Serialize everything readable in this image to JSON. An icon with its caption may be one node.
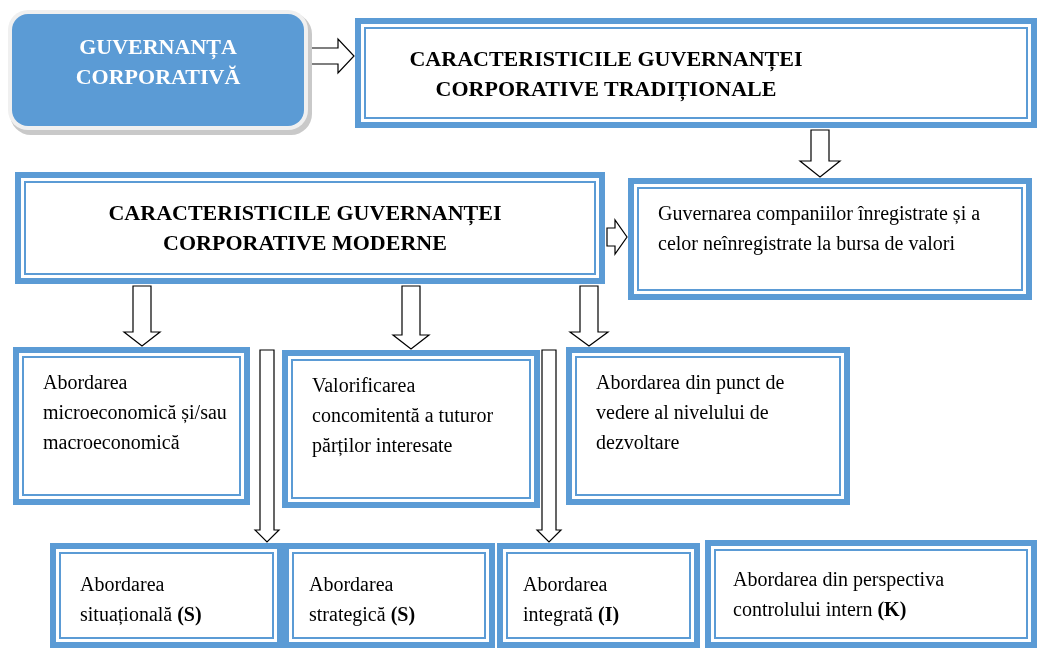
{
  "diagram": {
    "nodes": [
      {
        "text": [
          "GUVERNANȚA CORPORATIVĂ"
        ]
      },
      {
        "text": [
          "CARACTERISTICILE GUVERNANȚEI CORPORATIVE TRADIȚIONALE"
        ]
      },
      {
        "text": [
          "CARACTERISTICILE GUVERNANȚEI CORPORATIVE MODERNE"
        ]
      },
      {
        "text": [
          "Guvernarea companiilor înregistrate și a celor neînregistrate la bursa de valori"
        ]
      },
      {
        "text": [
          "Abordarea microeconomică și/sau macroeconomică"
        ]
      },
      {
        "text": [
          "Valorificarea concomitentă a tuturor părților interesate"
        ]
      },
      {
        "text": [
          "Abordarea din punct de vedere al nivelului de dezvoltare"
        ]
      },
      {
        "text": [
          "Abordarea situațională **(S)**"
        ]
      },
      {
        "text": [
          "Abordarea strategică **(S)**"
        ]
      },
      {
        "text": [
          "Abordarea integrată **(I)**"
        ]
      },
      {
        "text": [
          "Abordarea din perspectiva controlului intern **(K)**"
        ]
      }
    ],
    "edges": [
      {
        "from": 0,
        "to": 1,
        "arrow": "to"
      },
      {
        "from": 1,
        "to": 3,
        "arrow": "to"
      },
      {
        "from": 2,
        "to": 3,
        "arrow": "to"
      },
      {
        "from": 2,
        "to": 4,
        "arrow": "to"
      },
      {
        "from": 2,
        "to": 5,
        "arrow": "to"
      },
      {
        "from": 2,
        "to": 6,
        "arrow": "to"
      },
      {
        "from": null,
        "to": 7,
        "arrow": "to"
      },
      {
        "from": null,
        "to": 9,
        "arrow": "to"
      }
    ]
  }
}
